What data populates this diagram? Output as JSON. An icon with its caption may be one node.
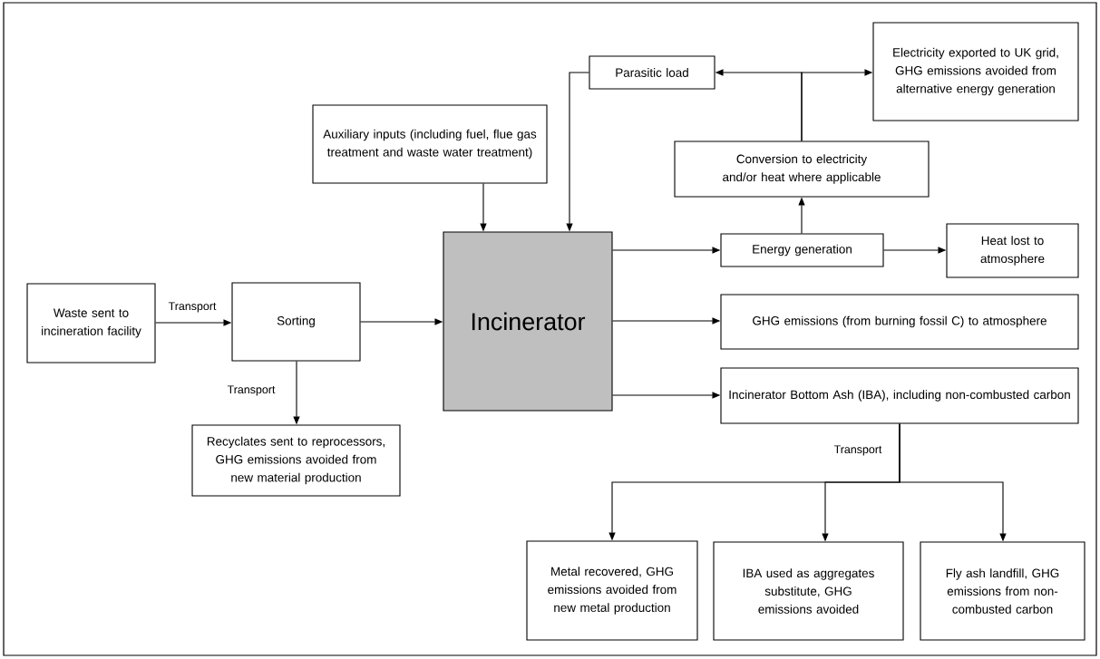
{
  "diagram": {
    "nodes": [
      {
        "text": [
          "Parasitic load"
        ]
      },
      {
        "text": [
          "Electricity exported to UK grid, GHG emissions avoided from alternative energy generation"
        ]
      },
      {
        "text": [
          "Auxiliary inputs (including fuel, flue gas treatment and waste water treatment)"
        ]
      },
      {
        "text": [
          "Conversion to electricity and/or heat where applicable"
        ]
      },
      {
        "text": [
          "Waste sent to incineration facility"
        ]
      },
      {
        "text": [
          "Sorting"
        ]
      },
      {
        "text": [
          "Incinerator"
        ]
      },
      {
        "text": [
          "Energy generation"
        ]
      },
      {
        "text": [
          "Heat lost to atmosphere"
        ]
      },
      {
        "text": [
          "GHG emissions (from burning fossil C) to atmosphere"
        ]
      },
      {
        "text": [
          "Incinerator Bottom Ash (IBA), including non-combusted carbon"
        ]
      },
      {
        "text": [
          "Recyclates sent to reprocessors, GHG emissions avoided from new material production"
        ]
      },
      {
        "text": [
          "Metal recovered, GHG emissions avoided from new metal production"
        ]
      },
      {
        "text": [
          "IBA used as aggregates substitute, GHG emissions avoided"
        ]
      },
      {
        "text": [
          "Fly ash landfill, GHG emissions from non-combusted carbon"
        ]
      }
    ],
    "edges": [
      {
        "from": 4,
        "to": 5,
        "arrow": "to",
        "label": "Transport"
      },
      {
        "from": 5,
        "to": 6,
        "arrow": "to"
      },
      {
        "from": 5,
        "to": 11,
        "arrow": "to",
        "label": "Transport"
      },
      {
        "from": 2,
        "to": 6,
        "arrow": "to"
      },
      {
        "from": 0,
        "to": 6,
        "arrow": "to"
      },
      {
        "from": 3,
        "to": 0,
        "arrow": "to"
      },
      {
        "from": 3,
        "to": 1,
        "arrow": "to"
      },
      {
        "from": 6,
        "to": 7,
        "arrow": "to"
      },
      {
        "from": 7,
        "to": 3,
        "arrow": "to"
      },
      {
        "from": 7,
        "to": 8,
        "arrow": "to"
      },
      {
        "from": 6,
        "to": 9,
        "arrow": "to"
      },
      {
        "from": 6,
        "to": 10,
        "arrow": "to"
      },
      {
        "from": 10,
        "to": 12,
        "arrow": "to"
      },
      {
        "from": 10,
        "to": 13,
        "arrow": "to",
        "label": "Transport"
      },
      {
        "from": 10,
        "to": 14,
        "arrow": "to"
      }
    ]
  }
}
